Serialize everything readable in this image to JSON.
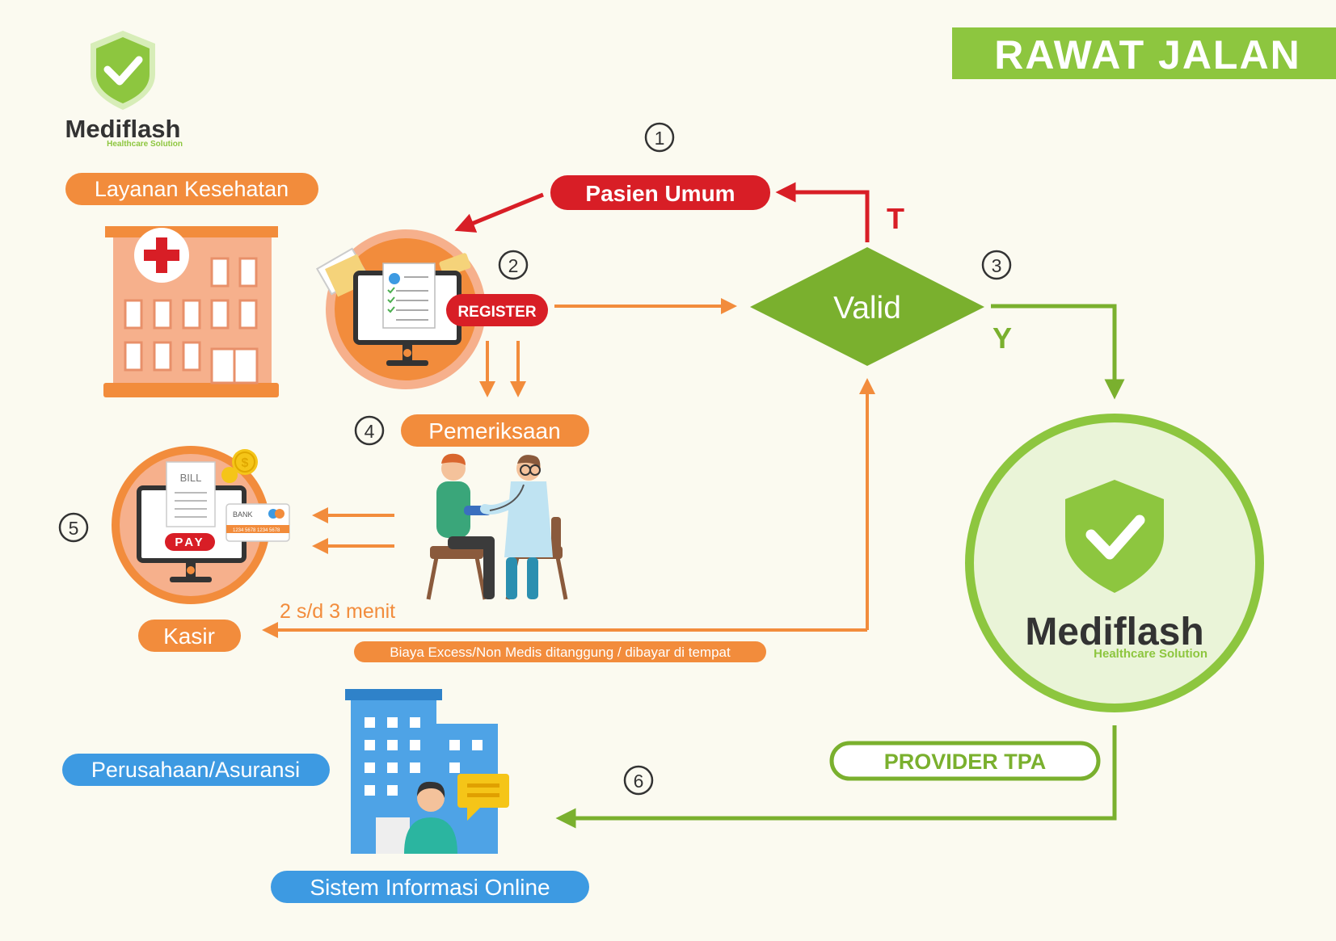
{
  "brand": {
    "name": "Mediflash",
    "tagline": "Healthcare Solution"
  },
  "title_banner": "RAWAT JALAN",
  "labels": {
    "layanan": "Layanan Kesehatan",
    "pasien_umum": "Pasien Umum",
    "register": "REGISTER",
    "valid": "Valid",
    "branch_false": "T",
    "branch_true": "Y",
    "pemeriksaan": "Pemeriksaan",
    "kasir": "Kasir",
    "durasi": "2 s/d 3 menit",
    "biaya_note": "Biaya Excess/Non Medis ditanggung / dibayar di tempat",
    "provider": "PROVIDER TPA",
    "perusahaan": "Perusahaan/Asuransi",
    "sistem": "Sistem Informasi Online"
  },
  "steps": [
    "1",
    "2",
    "3",
    "4",
    "5",
    "6"
  ],
  "illustrations": {
    "bill_text": "BILL",
    "pay_text": "PAY",
    "bank_text": "BANK",
    "card_number": "1234 5678 1234 5678",
    "coin_symbol": "$"
  },
  "icons": {
    "shield": "shield-check-icon",
    "hospital": "hospital-icon",
    "computer": "computer-register-icon",
    "payment": "payment-bill-icon",
    "doctor": "doctor-patient-icon",
    "office": "office-building-icon"
  },
  "colors": {
    "background": "#fbfaf0",
    "orange": "#f28c3c",
    "red": "#d81e26",
    "green": "#7ab02e",
    "light_green": "#8dc63f",
    "blue": "#3d9ae2",
    "dark": "#333333"
  }
}
